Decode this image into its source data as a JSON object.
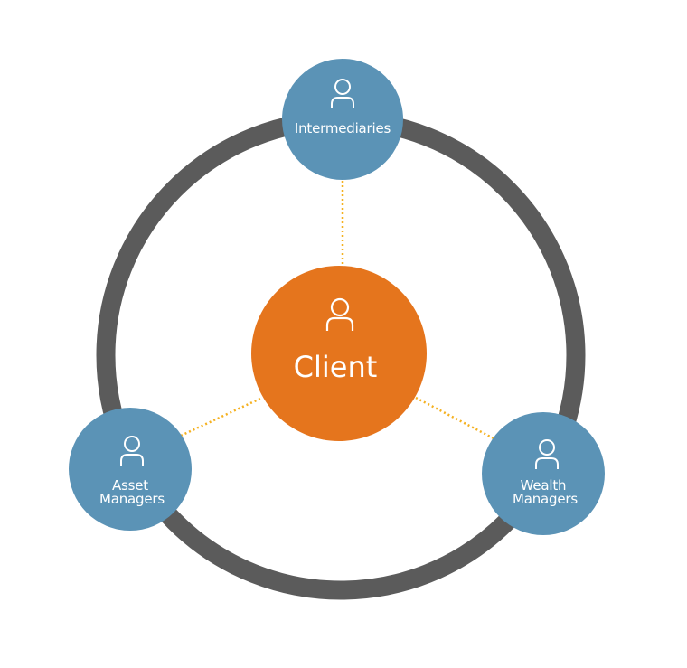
{
  "colors": {
    "ring": "#5b5b5b",
    "satellite": "#5b93b6",
    "client": "#e5751d",
    "connector": "#f5b120",
    "text": "#ffffff",
    "background": "#ffffff"
  },
  "center_node": {
    "label": "Client",
    "icon": "person-icon"
  },
  "satellite_nodes": [
    {
      "id": "intermediaries",
      "label_lines": [
        "Intermediaries"
      ],
      "icon": "person-icon"
    },
    {
      "id": "asset-managers",
      "label_lines": [
        "Asset",
        "Managers"
      ],
      "icon": "person-icon"
    },
    {
      "id": "wealth-managers",
      "label_lines": [
        "Wealth",
        "Managers"
      ],
      "icon": "person-icon"
    }
  ],
  "connections": [
    {
      "from": "client",
      "to": "intermediaries",
      "style": "dotted"
    },
    {
      "from": "client",
      "to": "asset-managers",
      "style": "dotted"
    },
    {
      "from": "client",
      "to": "wealth-managers",
      "style": "dotted"
    }
  ]
}
